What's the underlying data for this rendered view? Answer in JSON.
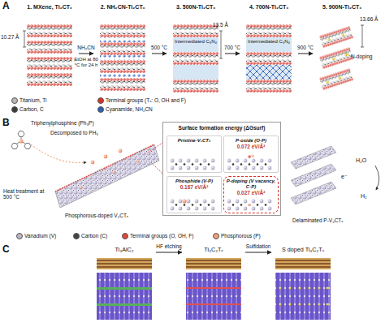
{
  "diagram": {
    "nodes": [
      {
        "text": [
          "1. MXene, Ti₂CTₓ"
        ]
      },
      {
        "text": [
          "2. NH₂CN-Ti₂CTₓ"
        ]
      },
      {
        "text": [
          "3. 500N-Ti₂CTₓ"
        ]
      },
      {
        "text": [
          "4. 700N-Ti₂CTₓ"
        ]
      },
      {
        "text": [
          "5. 900N-Ti₂CTₓ"
        ]
      },
      {
        "text": [
          "Surface formation energy (ΔGsurf)"
        ]
      },
      {
        "text": [
          "Pristine-V₂CTₓ"
        ],
        "in": 5
      },
      {
        "text": [
          "P-oxide (O-P)",
          "0.072 eV/Å²"
        ],
        "in": 5
      },
      {
        "text": [
          "Phosphide (V-P)",
          "0.167 eV/Å²"
        ],
        "in": 5
      },
      {
        "text": [
          "P-doping (V vacancy, C-P)",
          "0.027 eV/Å²"
        ],
        "in": 5
      },
      {
        "text": [
          "Ti₃AlC₂"
        ]
      },
      {
        "text": [
          "Ti₃C₂Tₓ"
        ]
      },
      {
        "text": [
          "S doped Ti₃C₂Tₓ"
        ]
      }
    ],
    "edges": [
      {
        "from": 0,
        "to": 1,
        "label": "NH₂CN",
        "arrow": "to"
      },
      {
        "from": 1,
        "to": 2,
        "label": "500 °C",
        "arrow": "to"
      },
      {
        "from": 2,
        "to": 3,
        "label": "700 °C",
        "arrow": "to"
      },
      {
        "from": 3,
        "to": 4,
        "label": "900 °C",
        "arrow": "to"
      },
      {
        "from": 10,
        "to": 11,
        "label": "HF etching",
        "arrow": "to"
      },
      {
        "from": 11,
        "to": 12,
        "label": "Sulfidation",
        "arrow": "to"
      }
    ],
    "labels": [
      "A",
      "10.27 Å",
      "EtOH at 80 °C for 24 h",
      "Intermediated C₃N₄",
      "13.5 Å",
      "Intermediated C₃N₄",
      "13.66 Å",
      "N-doping",
      "B",
      "Triphenylphosphine (Ph₃P)",
      "Decomposed to PH₃",
      "Heat treatment at 500 °C",
      "Phosphorous-doped V₂CTₓ",
      "Delaminated P-V₂CTₓ",
      "H₂O",
      "e⁻",
      "H₂",
      "C"
    ],
    "legend": [
      {
        "text": "Titanium, Ti",
        "color": "#b8b8b8"
      },
      {
        "text": "Terminal groups (Tₓ: O, OH and F)",
        "color": "#d9322b"
      },
      {
        "text": "Carbon, C",
        "color": "#3a3a3a"
      },
      {
        "text": "Cyanamide, NH₂CN",
        "color": "#2f5fb3"
      },
      {
        "text": "Vanadium (V)",
        "color": "#b9b4c9"
      },
      {
        "text": "Carbon (C)",
        "color": "#444444"
      },
      {
        "text": "Terminal groups (O, OH, F)",
        "color": "#e0483e"
      },
      {
        "text": "Phosphorous (P)",
        "color": "#f2a07b"
      }
    ]
  }
}
